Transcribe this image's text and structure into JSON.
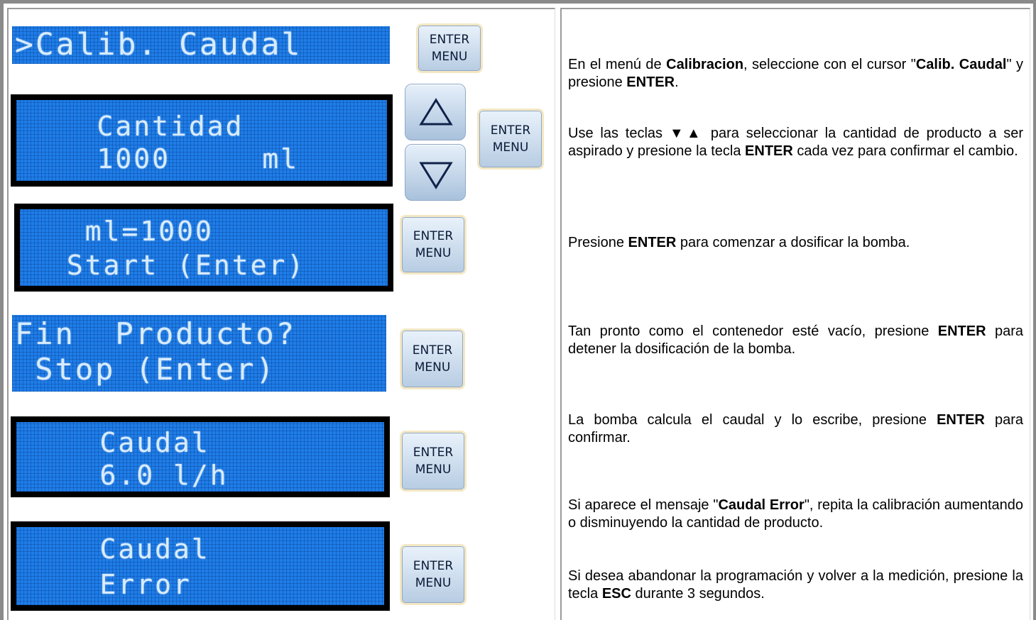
{
  "lcds": {
    "calib": {
      "line1": ">Calib. Caudal"
    },
    "cantidad": {
      "line1": "    Cantidad",
      "line2": "    1000     ml"
    },
    "start": {
      "line1": "  ml=1000",
      "line2": " Start (Enter)"
    },
    "fin": {
      "line1": "Fin  Producto?",
      "line2": " Stop (Enter)"
    },
    "caudal": {
      "line1": "    Caudal",
      "line2": "    6.0 l/h"
    },
    "error": {
      "line1": "    Caudal",
      "line2": "    Error"
    }
  },
  "buttons": {
    "enter": "ENTER",
    "menu": "MENU"
  },
  "text": {
    "p1": {
      "a": "En el menú de ",
      "b1": "Calibracion",
      "c": ", seleccione con el cursor \"",
      "b2": "Calib. Caudal",
      "d": "\" y presione ",
      "b3": "ENTER",
      "e": "."
    },
    "p2": {
      "a": "Use las teclas ▼▲ para seleccionar la cantidad de producto a ser aspirado y presione la tecla ",
      "b1": "ENTER",
      "c": " cada vez para confirmar el cambio."
    },
    "p3": {
      "a": "Presione ",
      "b1": "ENTER",
      "c": " para comenzar a dosificar la bomba."
    },
    "p4": {
      "a": "Tan pronto como el contenedor esté vacío, presione ",
      "b1": "ENTER",
      "c": " para detener la dosificación de la bomba."
    },
    "p5": {
      "a": "La bomba calcula el caudal y lo escribe, presione ",
      "b1": "ENTER",
      "c": " para confirmar."
    },
    "p6": {
      "a": "Si aparece el mensaje \"",
      "b1": "Caudal Error",
      "c": "\", repita la calibración aumentando o disminuyendo la cantidad de producto."
    },
    "p7": {
      "a": "Si desea abandonar la programación y volver a la medición, presione la tecla ",
      "b1": "ESC",
      "c": " durante 3 segundos."
    }
  }
}
